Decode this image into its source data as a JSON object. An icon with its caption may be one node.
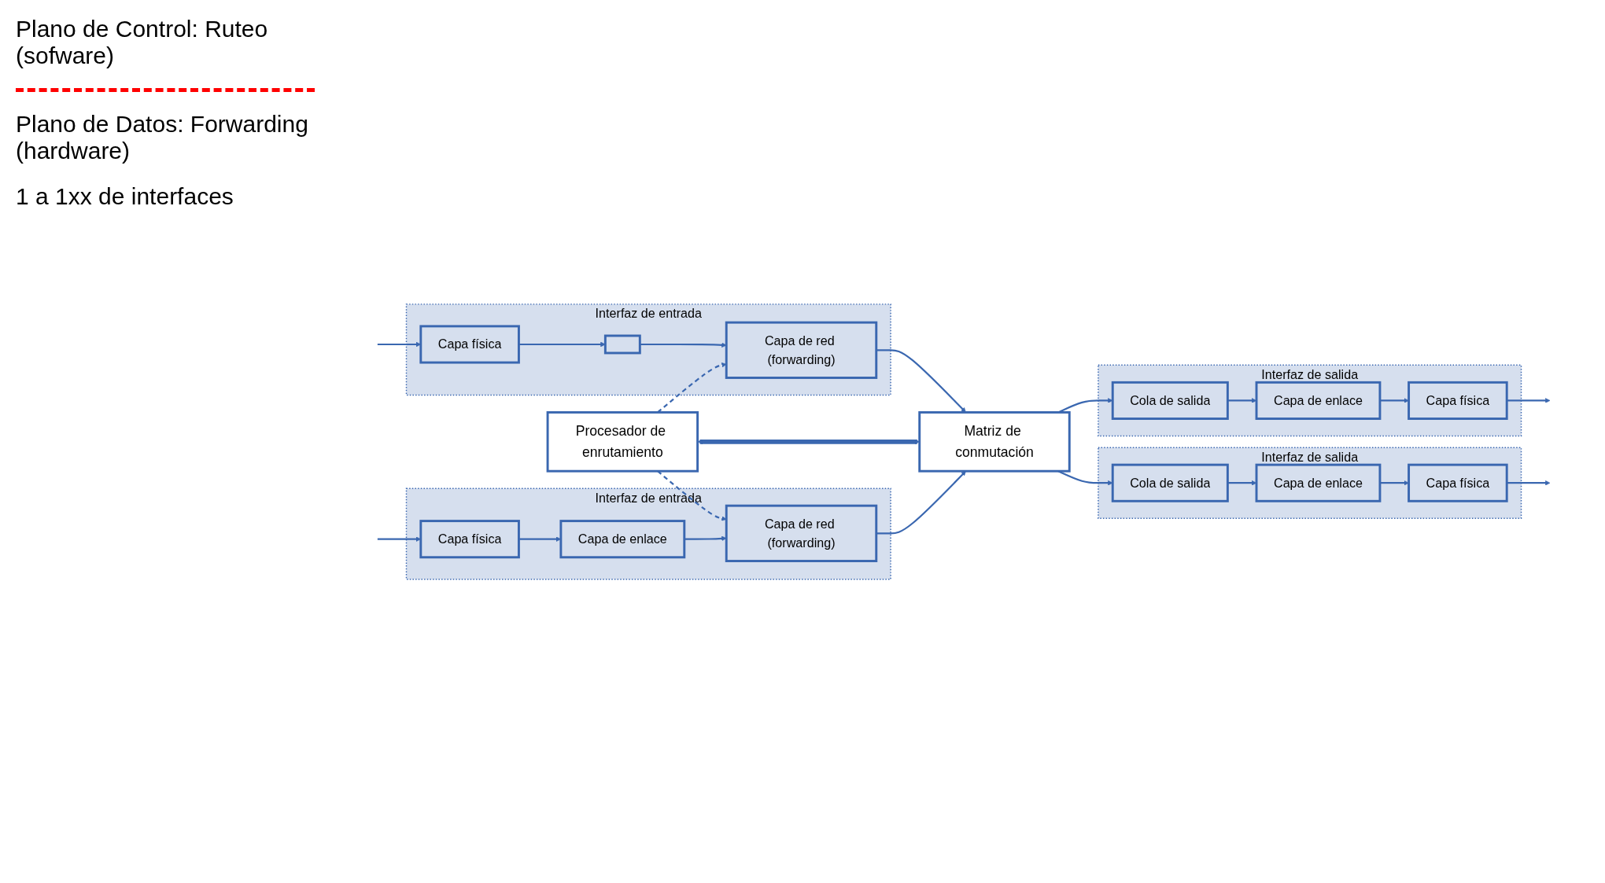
{
  "diagram": {
    "nodes": [
      {
        "text": [
          "Procesador de enrutamiento"
        ]
      },
      {
        "text": [
          "Matriz de conmutación"
        ]
      },
      {
        "text": [
          "Interfaz de entrada"
        ]
      },
      {
        "text": [
          "Capa física"
        ],
        "in": 2
      },
      {
        "text": [],
        "shape": "box",
        "in": 2
      },
      {
        "text": [
          "Capa de red (forwarding)"
        ],
        "in": 2
      },
      {
        "text": [
          "Interfaz de entrada"
        ]
      },
      {
        "text": [
          "Capa física"
        ],
        "in": 6
      },
      {
        "text": [
          "Capa de enlace"
        ],
        "in": 6
      },
      {
        "text": [
          "Capa de red (forwarding)"
        ],
        "in": 6
      },
      {
        "text": [
          "Interfaz de salida"
        ]
      },
      {
        "text": [
          "Cola de salida"
        ],
        "in": 10
      },
      {
        "text": [
          "Capa de enlace"
        ],
        "in": 10
      },
      {
        "text": [
          "Capa física"
        ],
        "in": 10
      },
      {
        "text": [
          "Interfaz de salida"
        ]
      },
      {
        "text": [
          "Cola de salida"
        ],
        "in": 14
      },
      {
        "text": [
          "Capa de enlace"
        ],
        "in": 14
      },
      {
        "text": [
          "Capa física"
        ],
        "in": 14
      }
    ],
    "edges": [
      {
        "from": 0,
        "to": 1,
        "arrow": "both",
        "style": "thick"
      },
      {
        "from": 0,
        "to": 5,
        "arrow": "to",
        "style": "dashed"
      },
      {
        "from": 0,
        "to": 9,
        "arrow": "to",
        "style": "dashed"
      },
      {
        "from": null,
        "to": 3,
        "arrow": "to"
      },
      {
        "from": 3,
        "to": 4,
        "arrow": "to"
      },
      {
        "from": 4,
        "to": 5,
        "arrow": "to"
      },
      {
        "from": 5,
        "to": 1,
        "arrow": "to"
      },
      {
        "from": null,
        "to": 7,
        "arrow": "to"
      },
      {
        "from": 7,
        "to": 8,
        "arrow": "to"
      },
      {
        "from": 8,
        "to": 9,
        "arrow": "to"
      },
      {
        "from": 9,
        "to": 1,
        "arrow": "to"
      },
      {
        "from": 1,
        "to": 11,
        "arrow": "to"
      },
      {
        "from": 11,
        "to": 12,
        "arrow": "to"
      },
      {
        "from": 12,
        "to": 13,
        "arrow": "to"
      },
      {
        "from": 13,
        "to": null,
        "arrow": "to"
      },
      {
        "from": 1,
        "to": 15,
        "arrow": "to"
      },
      {
        "from": 15,
        "to": 16,
        "arrow": "to"
      },
      {
        "from": 16,
        "to": 17,
        "arrow": "to"
      },
      {
        "from": 17,
        "to": null,
        "arrow": "to"
      }
    ],
    "labels": [
      "Plano de Control: Ruteo (sofware)",
      "Plano de Datos: Forwarding (hardware)",
      "1 a 1xx de interfaces"
    ]
  }
}
